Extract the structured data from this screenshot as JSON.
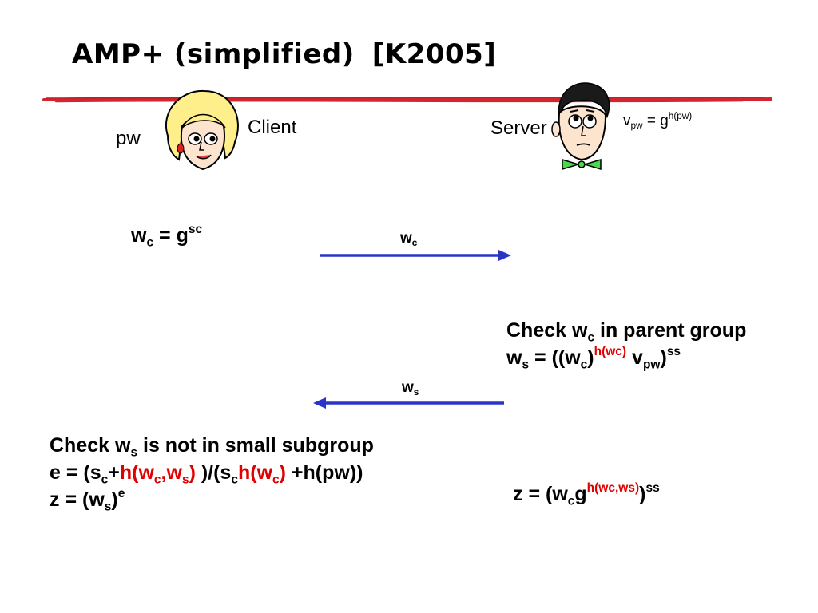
{
  "title": {
    "part1": "AMP+ (simplified)",
    "part2": "[K2005]"
  },
  "colors": {
    "rule": "#d4252f",
    "arrow": "#2a35c8",
    "highlight": "#e00000"
  },
  "client": {
    "label": "Client",
    "secret": "pw",
    "avatar_icon": "woman-face-icon"
  },
  "server": {
    "label": "Server",
    "avatar_icon": "man-face-icon",
    "verifier": {
      "v": "v",
      "v_sub": "pw",
      "eq": " = g",
      "exp": "h(pw)"
    }
  },
  "step1": {
    "w": "w",
    "w_sub": "c",
    "eq": " = g",
    "exp": "sc"
  },
  "arrow1": {
    "w": "w",
    "sub": "c"
  },
  "server_check": {
    "line1_a": "Check w",
    "line1_sub": "c",
    "line1_b": " in parent group",
    "line2_a": "w",
    "line2_sub1": "s",
    "line2_b": " = ((w",
    "line2_sub2": "c",
    "line2_c": ")",
    "line2_exp_red": "h(wc)",
    "line2_d": " v",
    "line2_sub3": "pw",
    "line2_e": ")",
    "line2_exp2": "ss"
  },
  "arrow2": {
    "w": "w",
    "sub": "s"
  },
  "client_check": {
    "line1_a": "Check w",
    "line1_sub": "s",
    "line1_b": " is not in small subgroup",
    "line2_a": "e = (s",
    "line2_sub1": "c",
    "line2_b": "+",
    "line2_red1": "h(w",
    "line2_red_sub1": "c",
    "line2_red2": ",w",
    "line2_red_sub2": "s",
    "line2_red3": ")",
    "line2_c": " )/(s",
    "line2_sub2": "c",
    "line2_red4": "h(w",
    "line2_red_sub3": "c",
    "line2_red5": ")",
    "line2_d": " +h(pw))",
    "line3_a": "z = (w",
    "line3_sub": "s",
    "line3_b": ")",
    "line3_exp": "e"
  },
  "server_z": {
    "a": "z = (w",
    "sub1": "c",
    "b": "g",
    "exp_red": "h(wc,ws)",
    "c": ")",
    "exp2": "ss"
  }
}
